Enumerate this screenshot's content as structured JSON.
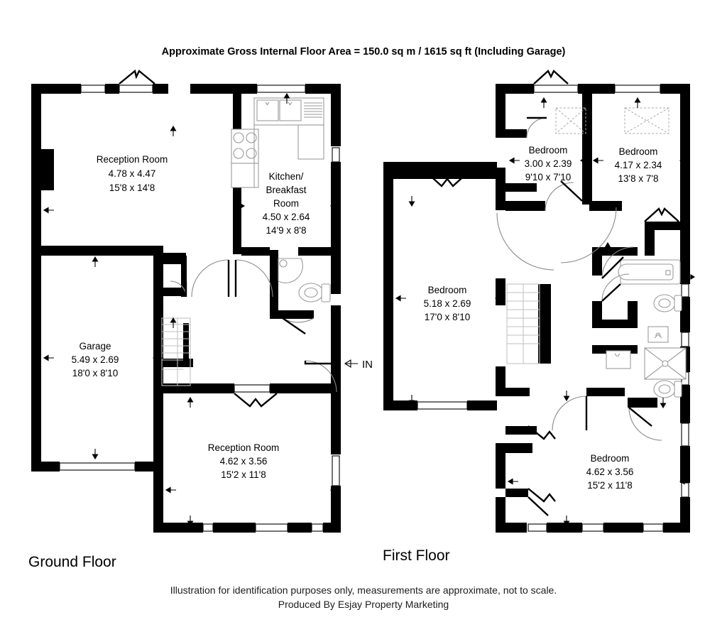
{
  "header": {
    "title": "Approximate Gross Internal Floor Area = 150.0 sq m / 1615 sq ft (Including Garage)"
  },
  "footer": {
    "line1": "Illustration for identification purposes only, measurements are approximate, not to scale.",
    "line2": "Produced By Esjay Property Marketing"
  },
  "floors": [
    {
      "key": "ground",
      "label": "Ground Floor"
    },
    {
      "key": "first",
      "label": "First Floor"
    }
  ],
  "ground_floor": {
    "label": "Ground Floor",
    "entry_marker": "IN",
    "rooms": [
      {
        "name": "Reception Room",
        "metric": "4.78 x 4.47",
        "imperial": "15'8 x 14'8"
      },
      {
        "name_line1": "Kitchen/",
        "name_line2": "Breakfast",
        "name_line3": "Room",
        "metric": "4.50 x 2.64",
        "imperial": "14'9 x 8'8"
      },
      {
        "name": "Garage",
        "metric": "5.49 x 2.69",
        "imperial": "18'0 x 8'10"
      },
      {
        "name": "Reception Room",
        "metric": "4.62 x 3.56",
        "imperial": "15'2 x 11'8"
      }
    ],
    "fixtures": [
      "double-sink",
      "drainer",
      "hob",
      "worktop",
      "toilet",
      "corner-basin",
      "staircase"
    ]
  },
  "first_floor": {
    "label": "First Floor",
    "rooms": [
      {
        "name": "Bedroom",
        "metric": "3.00 x 2.39",
        "imperial": "9'10 x 7'10"
      },
      {
        "name": "Bedroom",
        "metric": "4.17 x 2.34",
        "imperial": "13'8 x 7'8"
      },
      {
        "name": "Bedroom",
        "metric": "5.18 x 2.69",
        "imperial": "17'0 x 8'10"
      },
      {
        "name": "Bedroom",
        "metric": "4.62 x 3.56",
        "imperial": "15'2 x 11'8"
      }
    ],
    "fixtures": [
      "bath",
      "toilet",
      "wash-basin",
      "shower-tray",
      "wardrobe",
      "staircase"
    ]
  },
  "colors": {
    "wall": "#000000",
    "background": "#ffffff",
    "fixture_outline": "#9a9a9a",
    "stair_line": "#c2c2c2",
    "text": "#000000"
  }
}
